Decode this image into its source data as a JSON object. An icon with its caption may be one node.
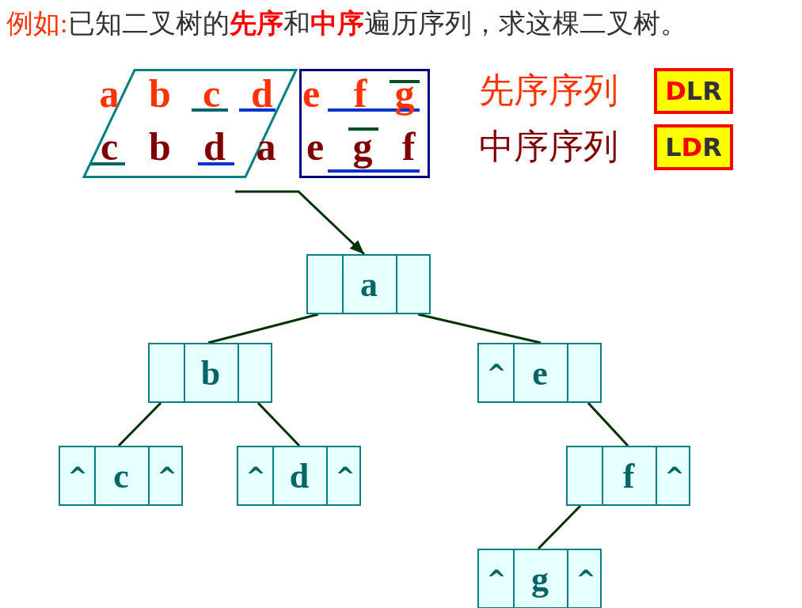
{
  "diagram": {
    "title": "已知二叉树的**先序**和**中序**遍历序列，求这棵二叉树。",
    "labels": [
      "例如:"
    ],
    "nodes": [
      {
        "text": [
          "a b c d",
          "c b d a"
        ]
      },
      {
        "text": [
          "e f g",
          "e g f"
        ]
      },
      {
        "text": [
          "**D**LR"
        ],
        "beside": [
          "先序序列"
        ]
      },
      {
        "text": [
          "L**D**R"
        ],
        "beside": [
          "中序序列"
        ]
      },
      {
        "text": [
          "a"
        ]
      },
      {
        "text": [
          "b"
        ]
      },
      {
        "text": [
          "^",
          "e"
        ]
      },
      {
        "text": [
          "^",
          "c",
          "^"
        ]
      },
      {
        "text": [
          "^",
          "d",
          "^"
        ]
      },
      {
        "text": [
          "f",
          "^"
        ]
      },
      {
        "text": [
          "^",
          "g",
          "^"
        ]
      }
    ],
    "edges": [
      {
        "from": null,
        "to": 4,
        "arrow": "to"
      },
      {
        "from": 4,
        "to": 5,
        "arrow": "none"
      },
      {
        "from": 4,
        "to": 6,
        "arrow": "none"
      },
      {
        "from": 5,
        "to": 7,
        "arrow": "none"
      },
      {
        "from": 5,
        "to": 8,
        "arrow": "none"
      },
      {
        "from": 6,
        "to": 9,
        "arrow": "none"
      },
      {
        "from": 9,
        "to": 10,
        "arrow": "none"
      }
    ]
  }
}
